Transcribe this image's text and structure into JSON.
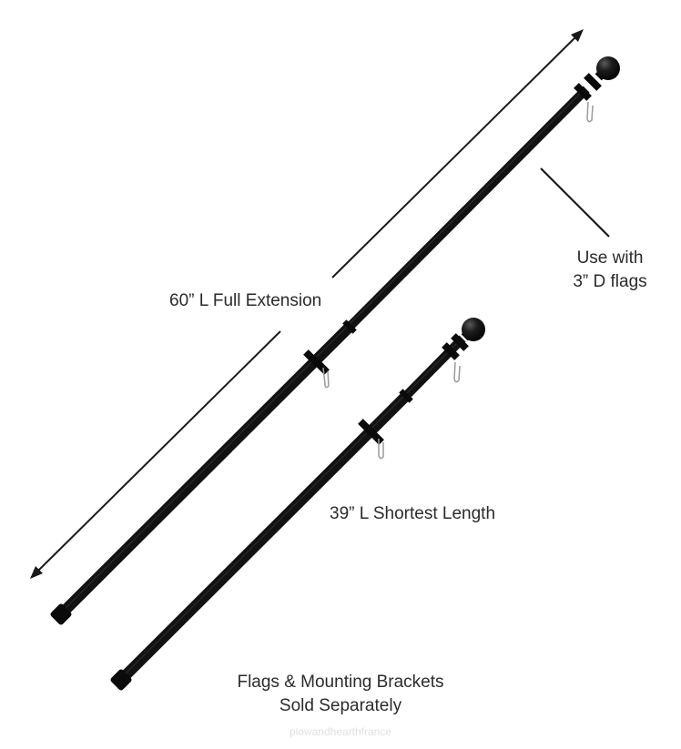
{
  "labels": {
    "full_extension": "60” L Full Extension",
    "flag_size_line1": "Use with",
    "flag_size_line2": "3” D flags",
    "shortest_length": "39” L Shortest Length",
    "note_line1": "Flags & Mounting Brackets",
    "note_line2": "Sold Separately"
  },
  "watermark": "plowandhearthfrance",
  "colors": {
    "pole": "#121212",
    "pole_highlight": "#3a3a3a",
    "arrow": "#1a1a1a",
    "clip": "#9a9a9a",
    "text": "#2b2b2b",
    "watermark": "#e1e1e1"
  },
  "icons": {
    "ball_finial": "ball-finial-icon",
    "arrowhead": "arrowhead-icon",
    "spinner_clip": "clip-icon"
  }
}
